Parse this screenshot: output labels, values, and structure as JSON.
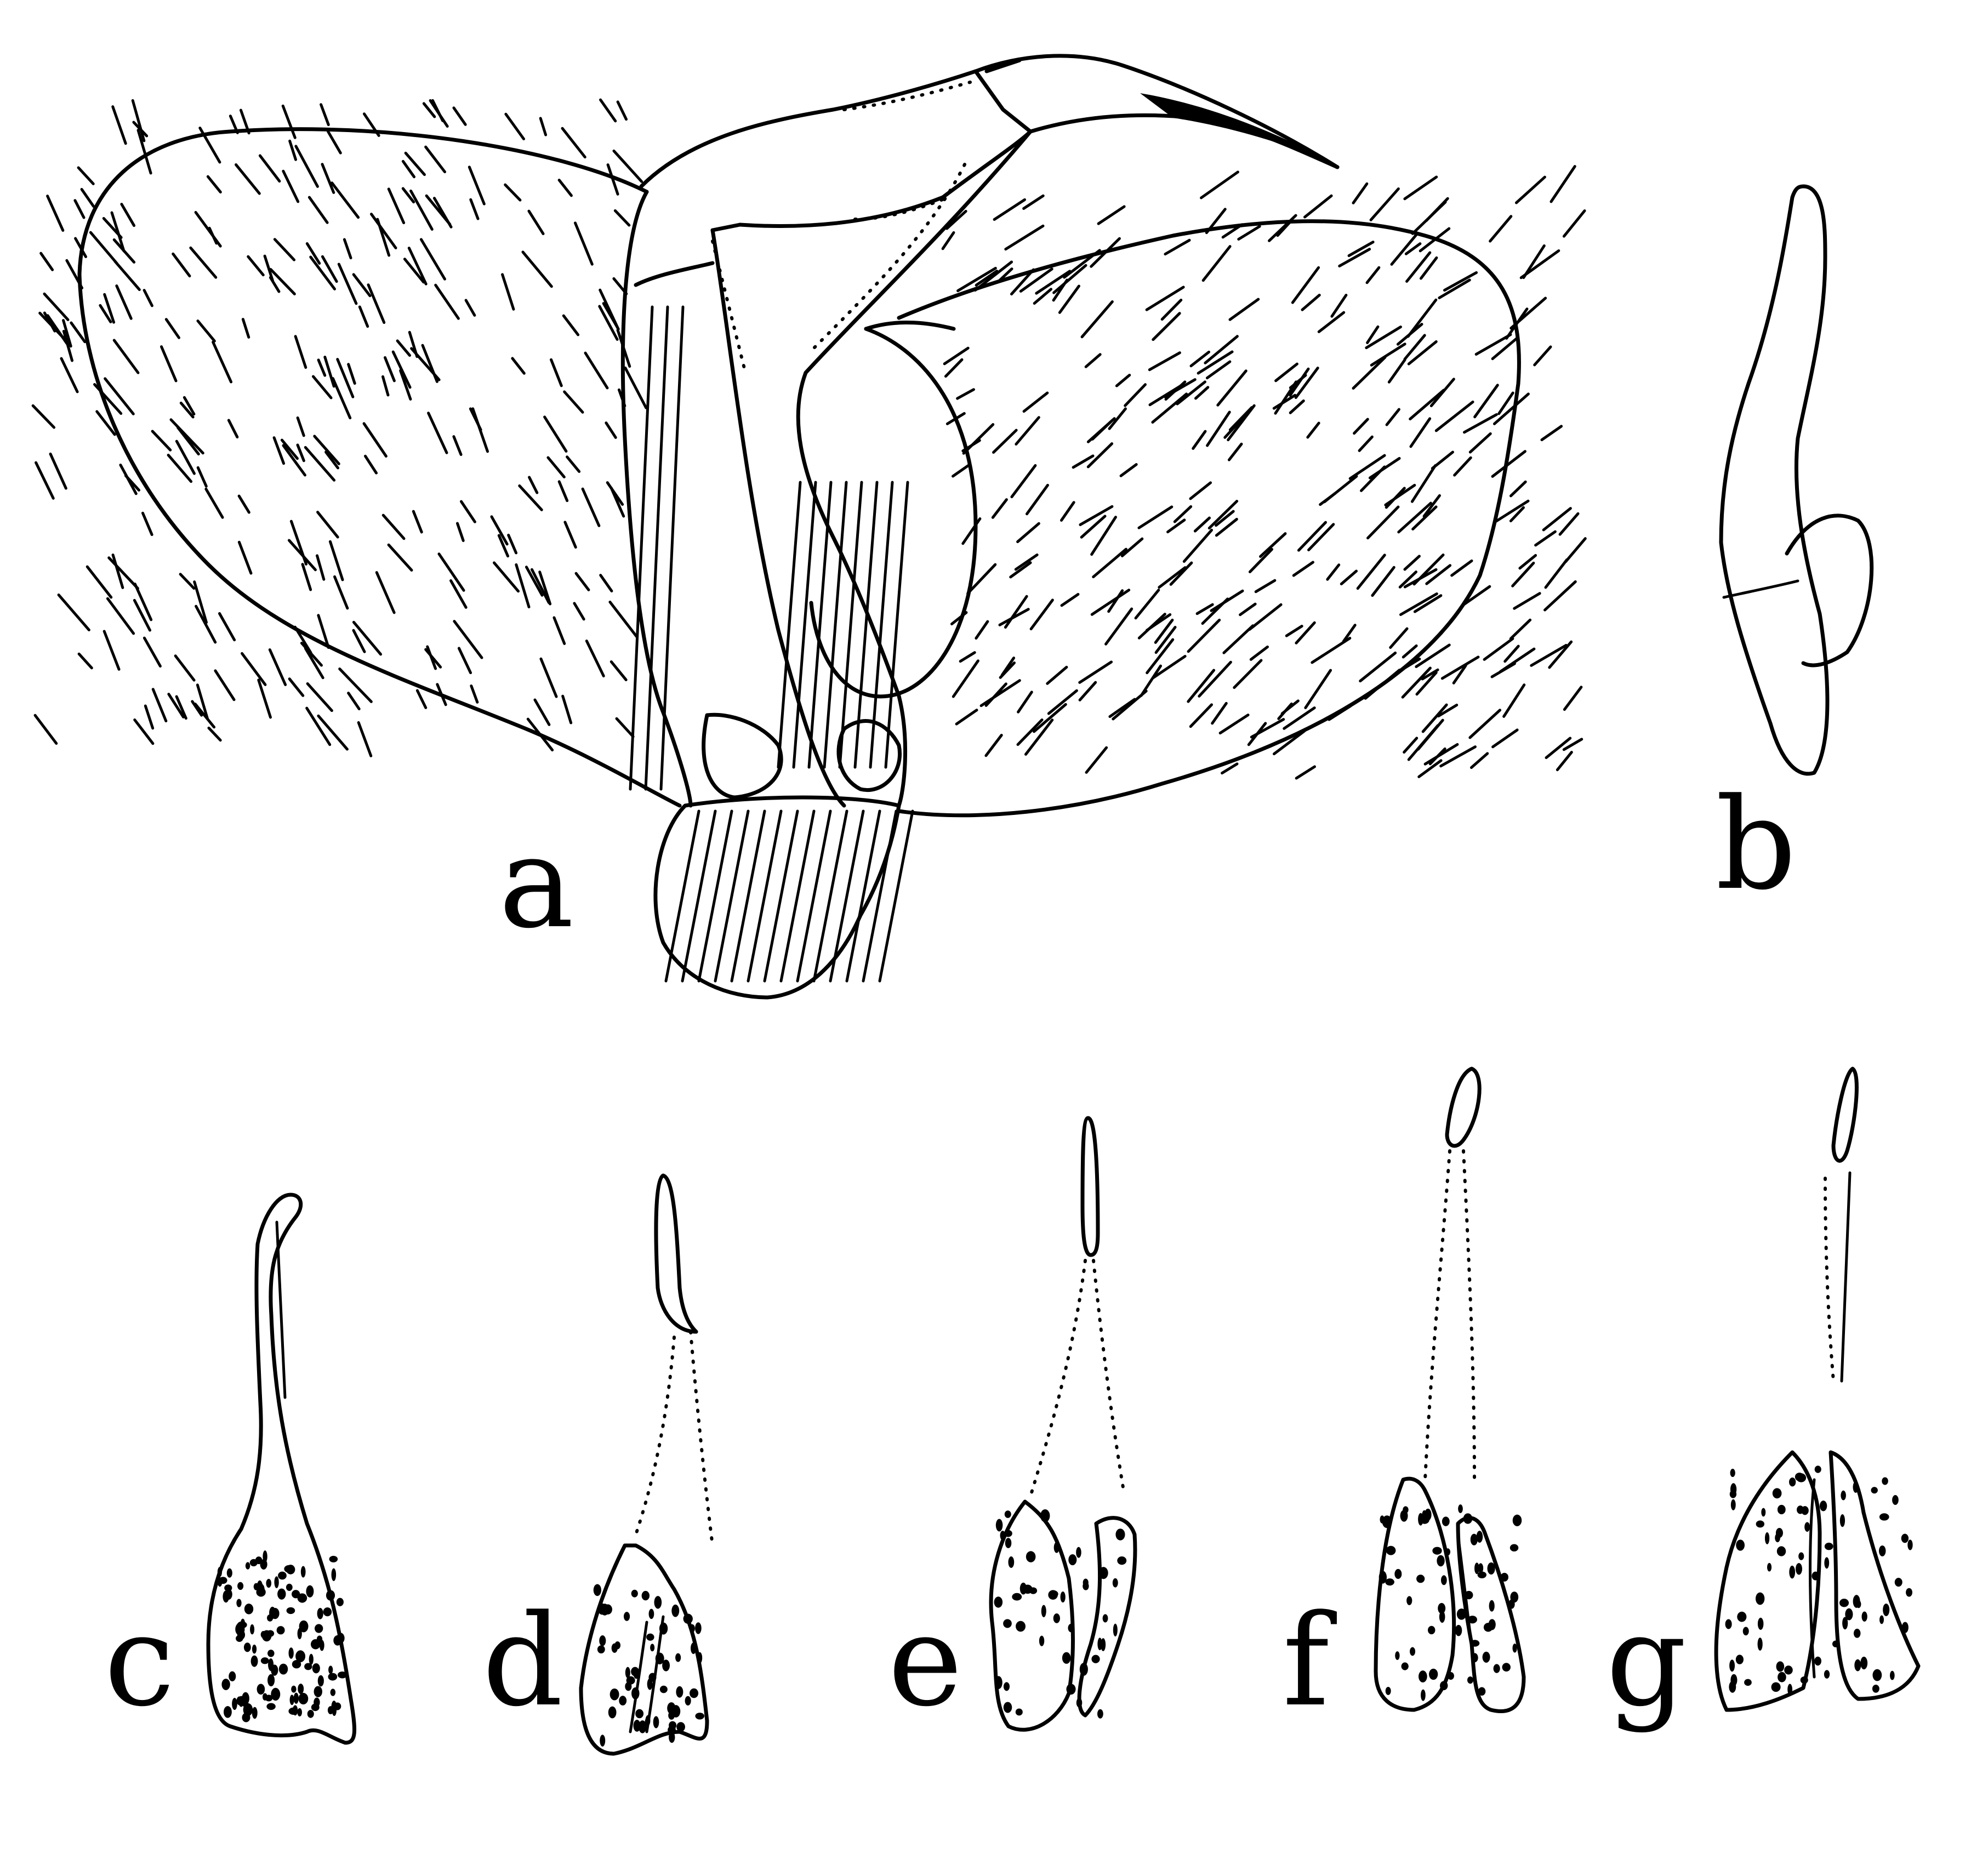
{
  "figure_labels": {
    "a": "a",
    "b": "b",
    "c": "c",
    "d": "d",
    "e": "e",
    "f": "f",
    "g": "g"
  }
}
